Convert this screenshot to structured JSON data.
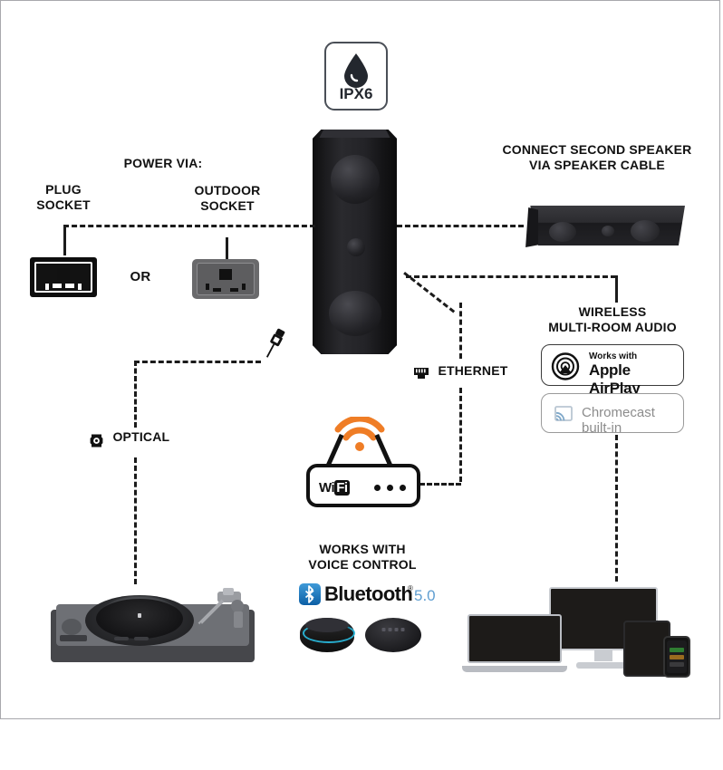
{
  "diagram": {
    "title_hidden": "",
    "waterproof_badge": {
      "rating": "IPX6",
      "icon": "water-drop-icon"
    },
    "power": {
      "heading": "POWER VIA:",
      "plug_socket_label": "PLUG\nSOCKET",
      "plug_socket_label_line1": "PLUG",
      "plug_socket_label_line2": "SOCKET",
      "outdoor_socket_label_line1": "OUTDOOR",
      "outdoor_socket_label_line2": "SOCKET",
      "or_label": "OR"
    },
    "second_speaker": {
      "label_line1": "CONNECT SECOND SPEAKER",
      "label_line2": "VIA SPEAKER CABLE"
    },
    "wireless": {
      "heading_line1": "WIRELESS",
      "heading_line2": "MULTI-ROOM AUDIO",
      "airplay": {
        "works_with": "Works with",
        "name": "Apple AirPlay",
        "icon": "airplay-icon"
      },
      "chromecast": {
        "name": "Chromecast built-in",
        "icon": "chromecast-icon"
      }
    },
    "ethernet": {
      "label": "ETHERNET",
      "icon": "rj45-ethernet-icon"
    },
    "optical": {
      "label": "OPTICAL",
      "icon": "optical-toslink-icon"
    },
    "wifi": {
      "label_wi": "Wi",
      "label_fi": "Fi",
      "icon": "wifi-signal-icon",
      "signal_color": "#ef7d26"
    },
    "voice": {
      "heading_line1": "WORKS WITH",
      "heading_line2": "VOICE CONTROL",
      "bluetooth": {
        "name": "Bluetooth",
        "registered": "®",
        "version": "5.0",
        "icon": "bluetooth-icon"
      },
      "devices": [
        "echo-dot-speaker",
        "nest-mini-speaker"
      ]
    },
    "sources": {
      "turntable": "turntable-device",
      "devices_cluster": [
        "laptop-device",
        "desktop-monitor-device",
        "tablet-device",
        "smartphone-device"
      ]
    },
    "colors": {
      "line": "#1b1b1b",
      "frame": "#a8a8ac",
      "wifi_orange": "#ef7d26",
      "bluetooth_blue": "#1a7cc4",
      "bluetooth_version_blue": "#5f9ed1",
      "chromecast_gray": "#8c8c8c",
      "speaker_black": "#1c1c1f"
    }
  }
}
